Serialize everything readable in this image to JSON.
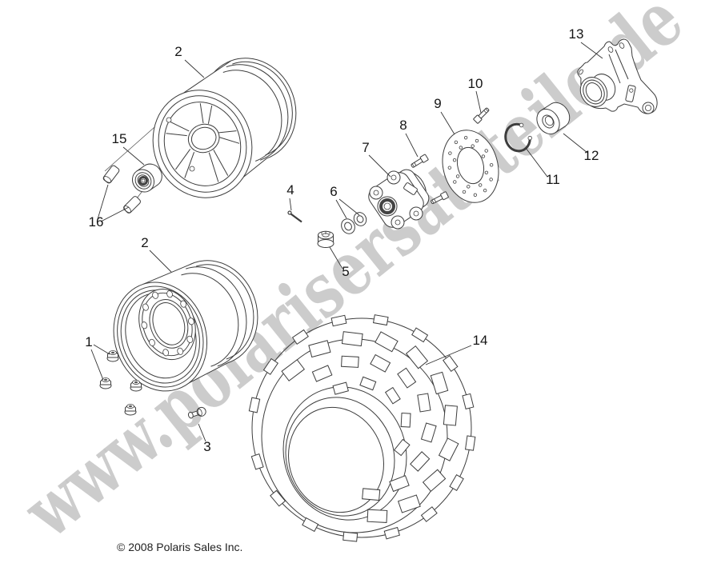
{
  "page": {
    "background": "#ffffff",
    "line_color": "#3d3d3d",
    "label_color": "#151515"
  },
  "watermark": {
    "text": "www.polarisersatzteile.de",
    "color": "#c6c6c6"
  },
  "footer": {
    "copyright": "© 2008 Polaris Sales Inc."
  },
  "callouts": [
    {
      "label": "1"
    },
    {
      "label": "2"
    },
    {
      "label": "2"
    },
    {
      "label": "3"
    },
    {
      "label": "4"
    },
    {
      "label": "5"
    },
    {
      "label": "6"
    },
    {
      "label": "7"
    },
    {
      "label": "8"
    },
    {
      "label": "9"
    },
    {
      "label": "10"
    },
    {
      "label": "11"
    },
    {
      "label": "12"
    },
    {
      "label": "13"
    },
    {
      "label": "14"
    },
    {
      "label": "15"
    },
    {
      "label": "16"
    }
  ]
}
